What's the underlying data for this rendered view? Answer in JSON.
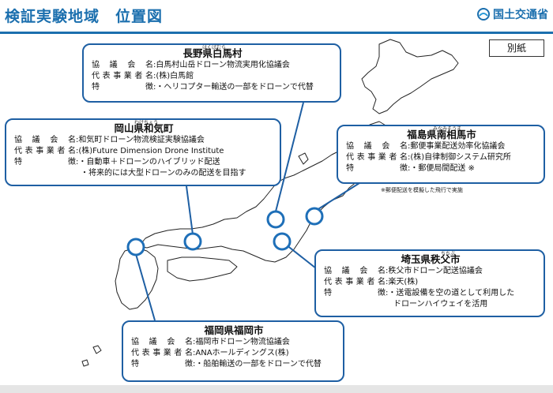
{
  "header": {
    "title": "検証実験地域　位置図",
    "logo_text": "国土交通省",
    "logo_icon": "mlit-logo-icon",
    "appendix_label": "別紙"
  },
  "colors": {
    "brand_blue": "#1b6fae",
    "box_border": "#1e5fa3",
    "marker": "#1e6fb8"
  },
  "labels": {
    "council": "協　議　会　名",
    "operator": "代表事業者名",
    "feature": "特　　　　徴"
  },
  "sites": {
    "nagano": {
      "title": "長野県白馬村",
      "ruby": "はくばむら",
      "council": "白馬村山岳ドローン物流実用化協議会",
      "operator": "(株)白馬館",
      "features": [
        "・ヘリコプター輸送の一部をドローンで代替"
      ]
    },
    "okayama": {
      "title": "岡山県和気町",
      "ruby": "わけちょう",
      "council": "和気町ドローン物流検証実験協議会",
      "operator": "(株)Future Dimension Drone Institute",
      "features": [
        "・自動車＋ドローンのハイブリッド配送",
        "・将来的には大型ドローンのみの配送を目指す"
      ]
    },
    "fukushima": {
      "title": "福島県南相馬市",
      "ruby": "みなみそうま",
      "council": "郵便事業配送効率化協議会",
      "operator": "(株)自律制御システム研究所",
      "features": [
        "・郵便局間配送 ※"
      ],
      "note": "※郵便配送を模擬した飛行で実施"
    },
    "saitama": {
      "title": "埼玉県秩父市",
      "ruby": "ちちぶ",
      "council": "秩父市ドローン配送協議会",
      "operator": "楽天(株)",
      "features": [
        "・送電設備を空の道として利用した",
        "ドローンハイウェイを活用"
      ]
    },
    "fukuoka": {
      "title": "福岡県福岡市",
      "council": "福岡市ドローン物流協議会",
      "operator": "ANAホールディングス(株)",
      "features": [
        "・船舶輸送の一部をドローンで代替"
      ]
    }
  }
}
